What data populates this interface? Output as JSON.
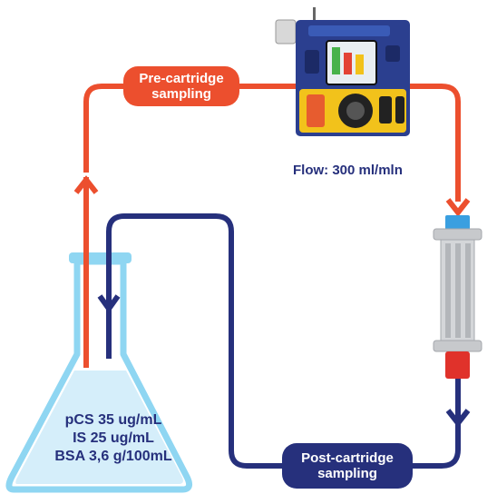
{
  "labels": {
    "pre_cartridge_line1": "Pre-cartridge",
    "pre_cartridge_line2": "sampling",
    "post_cartridge_line1": "Post-cartridge",
    "post_cartridge_line2": "sampling",
    "flow": "Flow: 300 ml/mln"
  },
  "flask": {
    "line1": "pCS 35 ug/mL",
    "line2": "IS 25 ug/mL",
    "line3": "BSA 3,6 g/100mL"
  },
  "colors": {
    "red_line": "#ec4f2e",
    "blue_line": "#26307c",
    "flask_glass": "#8fd6f2",
    "flask_liquid": "#d5eefa",
    "pump_body": "#2b3f8f",
    "pump_accent": "#f2c21b",
    "cartridge_body": "#c7c9cc",
    "cartridge_top": "#3a9fe0",
    "cartridge_bottom": "#e0322b"
  },
  "icons": [
    "pump-device-icon",
    "cartridge-filter-icon",
    "flask-icon",
    "arrow-up-icon",
    "arrow-down-icon"
  ]
}
